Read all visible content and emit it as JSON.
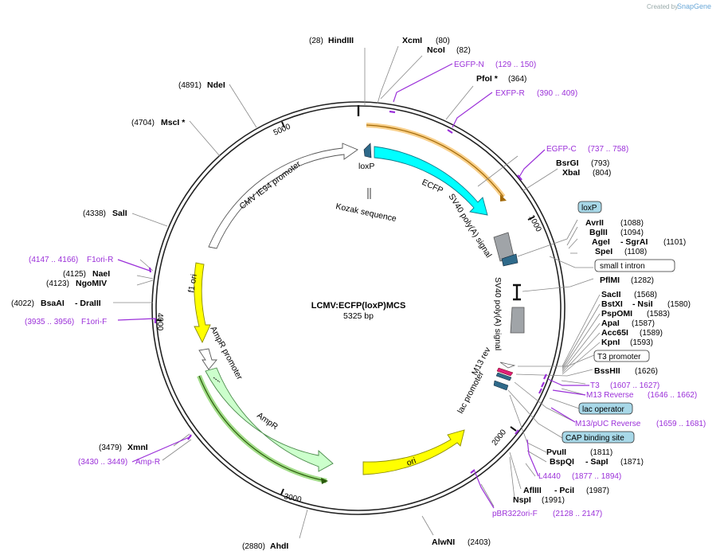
{
  "header": {
    "created_by": "Created by",
    "brand": "SnapGene"
  },
  "map": {
    "title": "LCMV:ECFP(loxP)MCS",
    "size": "5325 bp",
    "ticks": [
      "1000",
      "2000",
      "3000",
      "4000",
      "5000"
    ]
  },
  "features": {
    "cmv": "CMV IE94 promoter",
    "loxp": "loxP",
    "ecfp": "ECFP",
    "kozak": "Kozak sequence",
    "sv40_1": "SV40 poly(A) signal",
    "sv40_2": "SV40 poly(A) signal",
    "f1ori": "f1 ori",
    "ampr_promoter": "AmpR promoter",
    "ampr": "AmpR",
    "ori": "ori",
    "m13rev": "M13 rev",
    "lac_promoter": "lac promoter"
  },
  "sites": {
    "hindiii": {
      "name": "HindIII",
      "pos": "(28)"
    },
    "xcmi": {
      "name": "XcmI",
      "pos": "(80)"
    },
    "ncoi": {
      "name": "NcoI",
      "pos": "(82)"
    },
    "pfoi": {
      "name": "PfoI *",
      "pos": "(364)"
    },
    "bsrgi": {
      "name": "BsrGI",
      "pos": "(793)"
    },
    "xbai": {
      "name": "XbaI",
      "pos": "(804)"
    },
    "avrii": {
      "name": "AvrII",
      "pos": "(1088)"
    },
    "bglii": {
      "name": "BglII",
      "pos": "(1094)"
    },
    "agei": {
      "name": "AgeI",
      "pos": "(1101)"
    },
    "sgrai": {
      "name": "- SgrAI"
    },
    "spei": {
      "name": "SpeI",
      "pos": "(1108)"
    },
    "pflmi": {
      "name": "PflMI",
      "pos": "(1282)"
    },
    "sacii": {
      "name": "SacII",
      "pos": "(1568)"
    },
    "bstxi": {
      "name": "BstXI",
      "pos": "(1580)"
    },
    "nsii": {
      "name": "- NsiI"
    },
    "pspomi": {
      "name": "PspOMI",
      "pos": "(1583)"
    },
    "apai": {
      "name": "ApaI",
      "pos": "(1587)"
    },
    "acc65i": {
      "name": "Acc65I",
      "pos": "(1589)"
    },
    "kpni": {
      "name": "KpnI",
      "pos": "(1593)"
    },
    "bsshii": {
      "name": "BssHII",
      "pos": "(1626)"
    },
    "pvuii": {
      "name": "PvuII",
      "pos": "(1811)"
    },
    "bspqi": {
      "name": "BspQI",
      "pos": "(1871)"
    },
    "sapi": {
      "name": "- SapI"
    },
    "afliii": {
      "name": "AflIII",
      "pos": "(1987)"
    },
    "pcii": {
      "name": "- PciI"
    },
    "nspi": {
      "name": "NspI",
      "pos": "(1991)"
    },
    "alwni": {
      "name": "AlwNI",
      "pos": "(2403)"
    },
    "ahdi": {
      "name": "AhdI",
      "pos": "(2880)"
    },
    "xmni": {
      "name": "XmnI",
      "pos": "(3479)"
    },
    "bsaai": {
      "name": "BsaAI",
      "pos": "(4022)"
    },
    "draiii": {
      "name": "- DraIII"
    },
    "ngomiv": {
      "name": "NgoMIV",
      "pos": "(4123)"
    },
    "naei": {
      "name": "NaeI",
      "pos": "(4125)"
    },
    "sali": {
      "name": "SalI",
      "pos": "(4338)"
    },
    "msci": {
      "name": "MscI *",
      "pos": "(4704)"
    },
    "ndei": {
      "name": "NdeI",
      "pos": "(4891)"
    }
  },
  "primers": {
    "egfpn": {
      "name": "EGFP-N",
      "range": "(129 .. 150)"
    },
    "exfpr": {
      "name": "EXFP-R",
      "range": "(390 .. 409)"
    },
    "egfpc": {
      "name": "EGFP-C",
      "range": "(737 .. 758)"
    },
    "t3": {
      "name": "T3",
      "range": "(1607 .. 1627)"
    },
    "m13r": {
      "name": "M13 Reverse",
      "range": "(1646 .. 1662)"
    },
    "m13puc": {
      "name": "M13/pUC Reverse",
      "range": "(1659 .. 1681)"
    },
    "l4440": {
      "name": "L4440",
      "range": "(1877 .. 1894)"
    },
    "pbr322": {
      "name": "pBR322ori-F",
      "range": "(2128 .. 2147)"
    },
    "ampr": {
      "name": "Amp-R",
      "range": "(3430 .. 3449)"
    },
    "f1orif": {
      "name": "F1ori-F",
      "range": "(3935 .. 3956)"
    },
    "f1orir": {
      "name": "F1ori-R",
      "range": "(4147 .. 4166)"
    }
  },
  "boxes": {
    "loxp": "loxP",
    "small_t_intron": "small t intron",
    "t3_promoter": "T3 promoter",
    "lac_operator": "lac operator",
    "cap_site": "CAP binding site"
  },
  "colors": {
    "ecfp": "#00ffff",
    "ori": "#ffff00",
    "ampr": "#ccffcc",
    "primer": "#9b30d9",
    "orange_highlight": "#f6c36b",
    "green_highlight": "#8ad36a"
  }
}
